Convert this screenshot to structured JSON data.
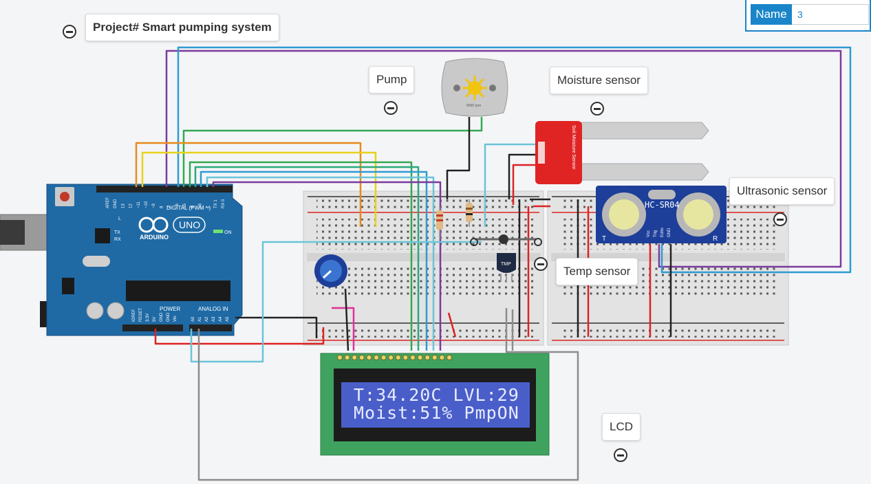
{
  "project": {
    "title": "Project# Smart pumping system"
  },
  "name_field": {
    "label": "Name",
    "value": "3"
  },
  "annotations": {
    "pump": "Pump",
    "moisture_sensor": "Moisture sensor",
    "ultrasonic_sensor": "Ultrasonic sensor",
    "temp_sensor": "Temp sensor",
    "lcd": "LCD"
  },
  "arduino": {
    "brand": "ARDUINO",
    "model": "UNO",
    "digital_label": "DIGITAL (PWM ~)",
    "power_label": "POWER",
    "analog_label": "ANALOG IN",
    "on_label": "ON",
    "tx_label": "TX",
    "rx_label": "RX",
    "l_label": "L",
    "digital_pins": [
      "AREF",
      "GND",
      "13",
      "12",
      "~11",
      "~10",
      "~9",
      "8",
      "7",
      "~6",
      "~5",
      "4",
      "~3",
      "2",
      "TX 1",
      "RX 0"
    ],
    "power_pins": [
      "IOREF",
      "RESET",
      "3.3V",
      "5V",
      "GND",
      "GND",
      "Vin"
    ],
    "analog_pins": [
      "A0",
      "A1",
      "A2",
      "A3",
      "A4",
      "A5"
    ]
  },
  "motor": {
    "rpm": "5555 rpm"
  },
  "moisture": {
    "label": "Soil Moisture Sensor"
  },
  "ultrasonic": {
    "model": "HC-SR04",
    "pins": [
      "Vcc",
      "Trig",
      "Echo",
      "GND"
    ],
    "t": "T",
    "r": "R"
  },
  "temp": {
    "label": "TMP"
  },
  "lcd": {
    "line1": "T:34.20C LVL:29",
    "line2": "Moist:51% PmpON"
  },
  "colors": {
    "arduino": "#1f6aa5",
    "breadboard": "#dedede",
    "moisture": "#e02424",
    "ultrasonic": "#1d3f9a",
    "lcd_pcb": "#3fa35f",
    "lcd_screen": "#4a5ec9"
  }
}
